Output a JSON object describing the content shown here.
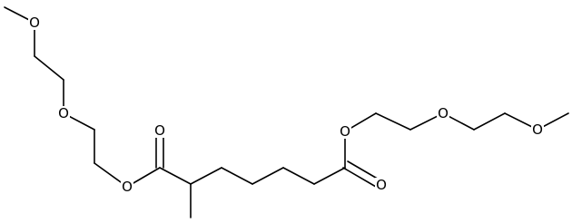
{
  "molecule": {
    "bond_color": "#000000",
    "background": "#ffffff",
    "atoms": {
      "o_ether_top_left": "O",
      "o_ether_left": "O",
      "o_ester_left": "O",
      "o_carbonyl_left": "O",
      "o_ester_right": "O",
      "o_carbonyl_right": "O",
      "o_ether_right_1": "O",
      "o_ether_right_2": "O"
    }
  }
}
